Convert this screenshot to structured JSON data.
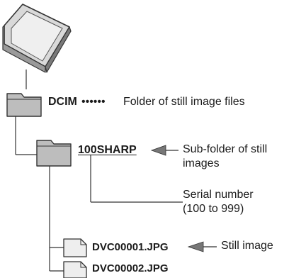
{
  "tree": {
    "root": {
      "name": "DCIM",
      "leader": "••••••",
      "desc": "Folder of still image files"
    },
    "subfolder": {
      "name": "100SHARP",
      "desc_line1": "Sub-folder of still",
      "desc_line2": "images",
      "serial_line1": "Serial number",
      "serial_line2": "(100 to 999)"
    },
    "files": [
      {
        "name": "DVC00001.JPG",
        "desc": "Still image"
      },
      {
        "name": "DVC00002.JPG",
        "desc": ""
      }
    ]
  }
}
